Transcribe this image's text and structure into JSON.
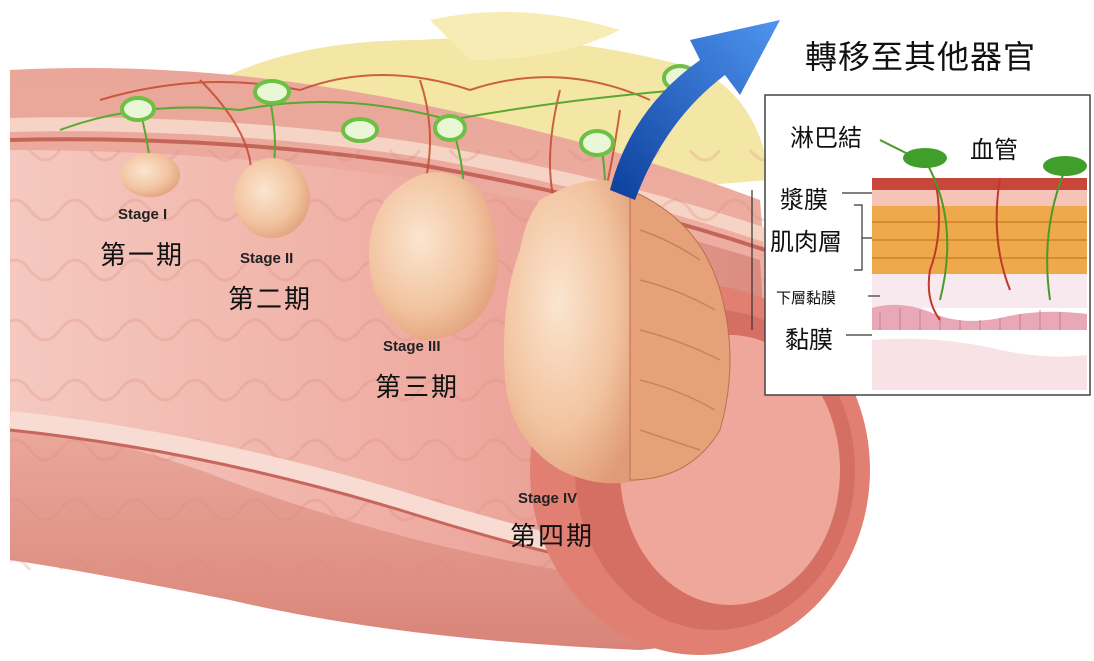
{
  "metastasis_label": "轉移至其他器官",
  "stages": [
    {
      "en": "Stage I",
      "zh": "第一期"
    },
    {
      "en": "Stage II",
      "zh": "第二期"
    },
    {
      "en": "Stage III",
      "zh": "第三期"
    },
    {
      "en": "Stage IV",
      "zh": "第四期"
    }
  ],
  "inset": {
    "lymph_node": "淋巴結",
    "blood_vessel": "血管",
    "serosa": "漿膜",
    "muscle_layer": "肌肉層",
    "submucosa": "下層黏膜",
    "mucosa": "黏膜"
  },
  "colors": {
    "tissue": "#e79a8e",
    "tissue_dark": "#c9665c",
    "fat": "#f3e39a",
    "tumor": "#f4c9a6",
    "lymph": "#7ccb3a",
    "arrow": "#1f5fc4"
  }
}
